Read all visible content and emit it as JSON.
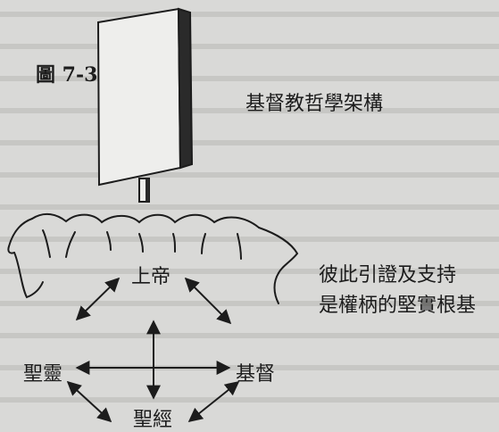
{
  "figure_label": "圖 7-3",
  "title": "基督教哲學架構",
  "side_note": [
    "彼此引證及支持",
    "是權柄的堅實根基"
  ],
  "nodes": {
    "top": "上帝",
    "left": "聖靈",
    "right": "基督",
    "bottom": "聖經"
  },
  "colors": {
    "ink": "#1c1c1c",
    "paper": "#d9d9d7",
    "panel_shadow": "#2a2a2a"
  }
}
